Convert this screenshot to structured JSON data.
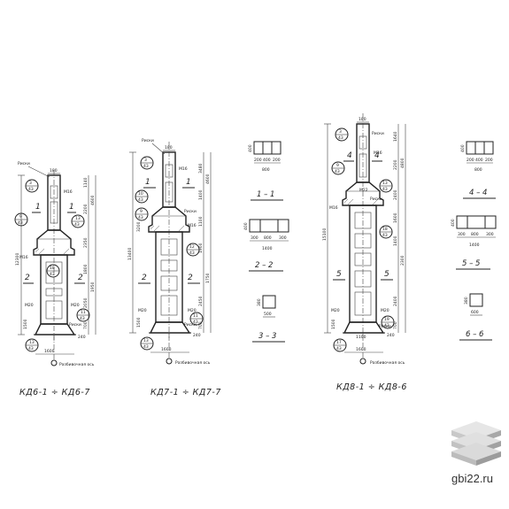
{
  "colors": {
    "ink": "#222222",
    "paper": "#ffffff",
    "logo_light": "#d9d9d9",
    "logo_mid": "#bdbdbd",
    "logo_dark": "#9a9a9a"
  },
  "watermark": {
    "text": "gbi22.ru",
    "logo": "stacked-slabs-logo"
  },
  "columns": [
    {
      "id": "kd6",
      "title": "КД6-1 ÷ КД6-7",
      "axis_label": "Разбивочная ось",
      "texts": {
        "riski": "Риски",
        "riski2": "Риски",
        "m16": "М16",
        "m16b": "М16",
        "m20": "М20",
        "m20b": "М20",
        "sec1": "1",
        "sec1b": "1",
        "sec2": "2",
        "sec2b": "2",
        "top_dim": "180",
        "w_bottom": "1600",
        "node_a_top": "3",
        "node_a_bot": "43",
        "node_b_top": "9",
        "node_b_bot": "43",
        "node_c_top": "13",
        "node_c_bot": "43",
        "node_d_top": "18",
        "node_d_bot": "43",
        "node_e_top": "11",
        "node_e_bot": "43",
        "node_f_top": "13",
        "node_f_bot": "43",
        "h_total": "12300",
        "d1": "1140",
        "d2": "2200",
        "d3": "4600",
        "d4": "2350",
        "d5": "1800",
        "d6": "2050",
        "d7": "700",
        "d8": "240",
        "d9": "1500",
        "d10": "1950"
      }
    },
    {
      "id": "kd7",
      "title": "КД7-1 ÷ КД7-7",
      "axis_label": "Разбивочная ось",
      "texts": {
        "riski": "Риски",
        "riski2": "Риски",
        "riski3": "Риски",
        "m16": "М16",
        "m16b": "М16",
        "m20": "М20",
        "m20b": "М20",
        "sec1": "1",
        "sec1b": "1",
        "sec2": "2",
        "sec2b": "2",
        "top_dim": "180",
        "w_bottom": "1600",
        "node_a_top": "3",
        "node_a_bot": "43",
        "node_b_top": "10",
        "node_b_bot": "43",
        "node_c_top": "9",
        "node_c_bot": "43",
        "node_d_top": "12",
        "node_d_bot": "43",
        "node_e_top": "11",
        "node_e_bot": "43",
        "node_f_top": "13",
        "node_f_bot": "43",
        "h_total": "13400",
        "d1": "4600",
        "d2": "3480",
        "d3": "1400",
        "d4": "1100",
        "d5": "1900",
        "d6": "1750",
        "d7": "2450",
        "d8": "700",
        "d9": "240",
        "d10": "1500",
        "d11": "3200"
      }
    },
    {
      "id": "kd8",
      "title": "КД8-1 ÷ КД8-6",
      "axis_label": "Разбивочная ось",
      "texts": {
        "riski": "Риски",
        "riski2": "Риски",
        "riski3": "Риски",
        "m16": "М16",
        "m16b": "М16",
        "m20": "М20",
        "m20b": "М20",
        "m22": "М22",
        "sec4": "4",
        "sec4b": "4",
        "sec5": "5",
        "sec5b": "5",
        "top_dim": "180",
        "w_bottom": "1600",
        "w_mid": "1100",
        "node_a_top": "3",
        "node_a_bot": "43",
        "node_b_top": "9",
        "node_b_bot": "43",
        "node_c_top": "13",
        "node_c_bot": "43",
        "node_d_top": "18",
        "node_d_bot": "43",
        "node_e_top": "19",
        "node_e_bot": "43",
        "node_f_top": "17",
        "node_f_bot": "43",
        "h_total": "15100",
        "d1": "1640",
        "d2": "2200",
        "d3": "4800",
        "d4": "2400",
        "d5": "1600",
        "d6": "1400",
        "d7": "2300",
        "d8": "2400",
        "d9": "700",
        "d10": "240",
        "d11": "1500"
      }
    }
  ],
  "sections": [
    {
      "id": "s11",
      "label": "1 – 1",
      "w": "200",
      "w2": "400",
      "w3": "200",
      "total": "800",
      "h": "400"
    },
    {
      "id": "s22",
      "label": "2 – 2",
      "w": "300",
      "w2": "800",
      "w3": "300",
      "total": "1400",
      "h": "400"
    },
    {
      "id": "s33",
      "label": "3 – 3",
      "w": "500",
      "h": "380"
    },
    {
      "id": "s44",
      "label": "4 – 4",
      "w": "200",
      "w2": "400",
      "w3": "200",
      "total": "800",
      "h": "400"
    },
    {
      "id": "s55",
      "label": "5 – 5",
      "w": "300",
      "w2": "800",
      "w3": "300",
      "total": "1400",
      "h": "400"
    },
    {
      "id": "s66",
      "label": "6 – 6",
      "w": "600",
      "h": "380"
    }
  ]
}
